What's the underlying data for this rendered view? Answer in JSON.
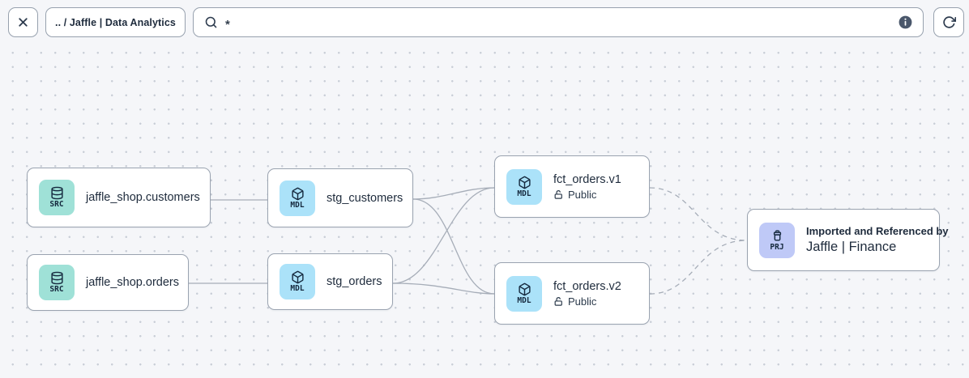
{
  "toolbar": {
    "breadcrumb": ".. / Jaffle | Data Analytics",
    "search_value": "*"
  },
  "colors": {
    "badge_src": "#9fe1d7",
    "badge_mdl": "#abe2f9",
    "badge_prj": "#bfc9f7",
    "node_border": "#9aa3b0",
    "edge": "#a6adb8",
    "icon_dark": "#2d3b4e",
    "info_fill": "#4a576b",
    "canvas_bg": "#f5f6f9"
  },
  "graph": {
    "nodes": [
      {
        "badge": "SRC",
        "label": "jaffle_shop.customers"
      },
      {
        "badge": "SRC",
        "label": "jaffle_shop.orders"
      },
      {
        "badge": "MDL",
        "label": "stg_customers"
      },
      {
        "badge": "MDL",
        "label": "stg_orders"
      },
      {
        "badge": "MDL",
        "label": "fct_orders.v1",
        "access": "Public"
      },
      {
        "badge": "MDL",
        "label": "fct_orders.v2",
        "access": "Public"
      },
      {
        "badge": "PRJ",
        "caption": "Imported and Referenced by",
        "label": "Jaffle | Finance"
      }
    ]
  }
}
